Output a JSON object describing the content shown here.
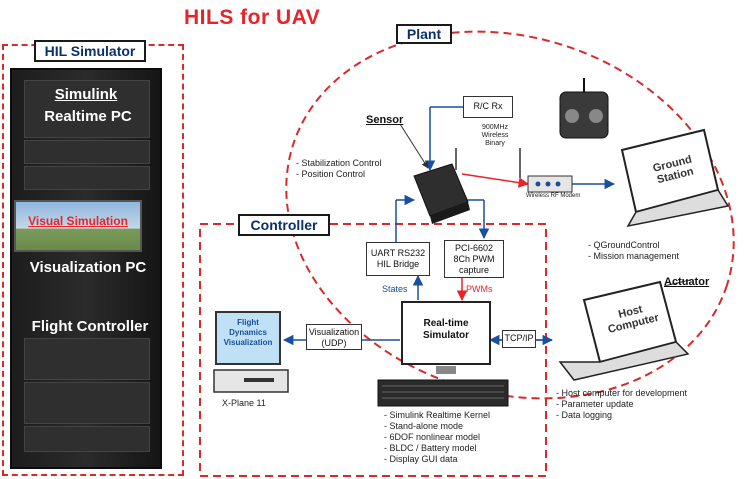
{
  "title": "HILS for UAV",
  "hil_simulator": {
    "label": "HIL Simulator",
    "rack_labels": {
      "simulink": "Simulink",
      "realtime_pc": "Realtime PC",
      "visual_simulation": "Visual Simulation",
      "visualization_pc": "Visualization PC",
      "flight_controller": "Flight Controller"
    }
  },
  "plant": {
    "label": "Plant",
    "sensor": "Sensor",
    "rc_rx": "R/C Rx",
    "wireless": [
      "900MHz",
      "Wireless",
      "Binary"
    ],
    "control_items": [
      "- Stabilization Control",
      "- Position Control"
    ],
    "rf_modem": "Wireless RF Modem",
    "ground_station": [
      "Ground",
      "Station"
    ],
    "ground_items": [
      "- QGroundControl",
      "- Mission management"
    ],
    "actuator": "Actuator"
  },
  "controller": {
    "label": "Controller",
    "uart_box": [
      "UART RS232",
      "HIL Bridge"
    ],
    "pci_box": [
      "PCI-6602",
      "8Ch PWM",
      "capture"
    ],
    "states": "States",
    "pwms": "PWMs",
    "realtime_sim": [
      "Real-time",
      "Simulator"
    ],
    "flight_vis": [
      "Flight",
      "Dynamics",
      "Visualization"
    ],
    "vis_udp": [
      "Visualization",
      "(UDP)"
    ],
    "xplane": "X-Plane 11",
    "tcpip": "TCP/IP",
    "sim_items": [
      "- Simulink Realtime Kernel",
      "- Stand-alone mode",
      "- 6DOF nonlinear model",
      "- BLDC / Battery model",
      "- Display GUI data"
    ],
    "host_computer": [
      "Host",
      "Computer"
    ],
    "host_items": [
      "- Host computer for development",
      "- Parameter update",
      "- Data logging"
    ]
  },
  "colors": {
    "accent_red": "#e8232a",
    "label_blue": "#0b2f6b",
    "arrow_blue": "#1a4fa0"
  }
}
